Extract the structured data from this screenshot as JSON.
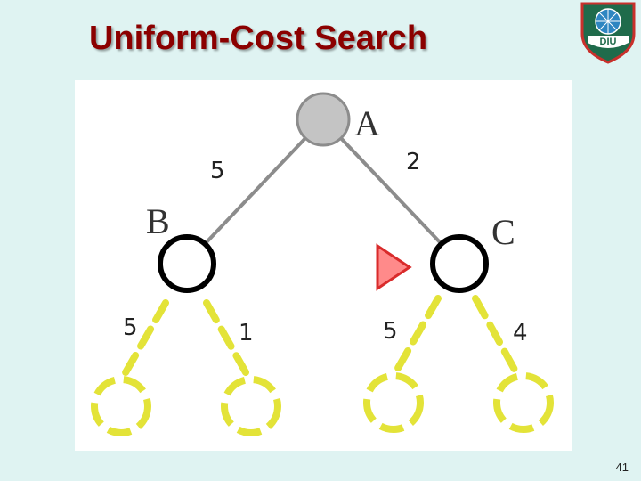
{
  "slide": {
    "title": "Uniform-Cost Search",
    "number": "41"
  },
  "logo": {
    "text": "DIU",
    "icon": "university-shield-icon"
  },
  "tree": {
    "nodes": [
      {
        "id": "A",
        "label": "A",
        "state": "expanded"
      },
      {
        "id": "B",
        "label": "B",
        "state": "frontier"
      },
      {
        "id": "C",
        "label": "C",
        "state": "frontier"
      },
      {
        "id": "B1",
        "label": "",
        "state": "unexplored"
      },
      {
        "id": "B2",
        "label": "",
        "state": "unexplored"
      },
      {
        "id": "C1",
        "label": "",
        "state": "unexplored"
      },
      {
        "id": "C2",
        "label": "",
        "state": "unexplored"
      }
    ],
    "edges": [
      {
        "from": "A",
        "to": "B",
        "cost": "5",
        "style": "solid"
      },
      {
        "from": "A",
        "to": "C",
        "cost": "2",
        "style": "solid"
      },
      {
        "from": "B",
        "to": "B1",
        "cost": "5",
        "style": "dashed"
      },
      {
        "from": "B",
        "to": "B2",
        "cost": "1",
        "style": "dashed"
      },
      {
        "from": "C",
        "to": "C1",
        "cost": "5",
        "style": "dashed"
      },
      {
        "from": "C",
        "to": "C2",
        "cost": "4",
        "style": "dashed"
      }
    ],
    "pointer": {
      "target": "C",
      "icon": "triangle-pointer-icon"
    },
    "colors": {
      "expanded_fill": "#c4c4c4",
      "solid_edge": "#8c8c8c",
      "dashed_edge": "#e3e338",
      "pointer_fill": "#ff8a8a",
      "pointer_stroke": "#d92b2b"
    }
  }
}
